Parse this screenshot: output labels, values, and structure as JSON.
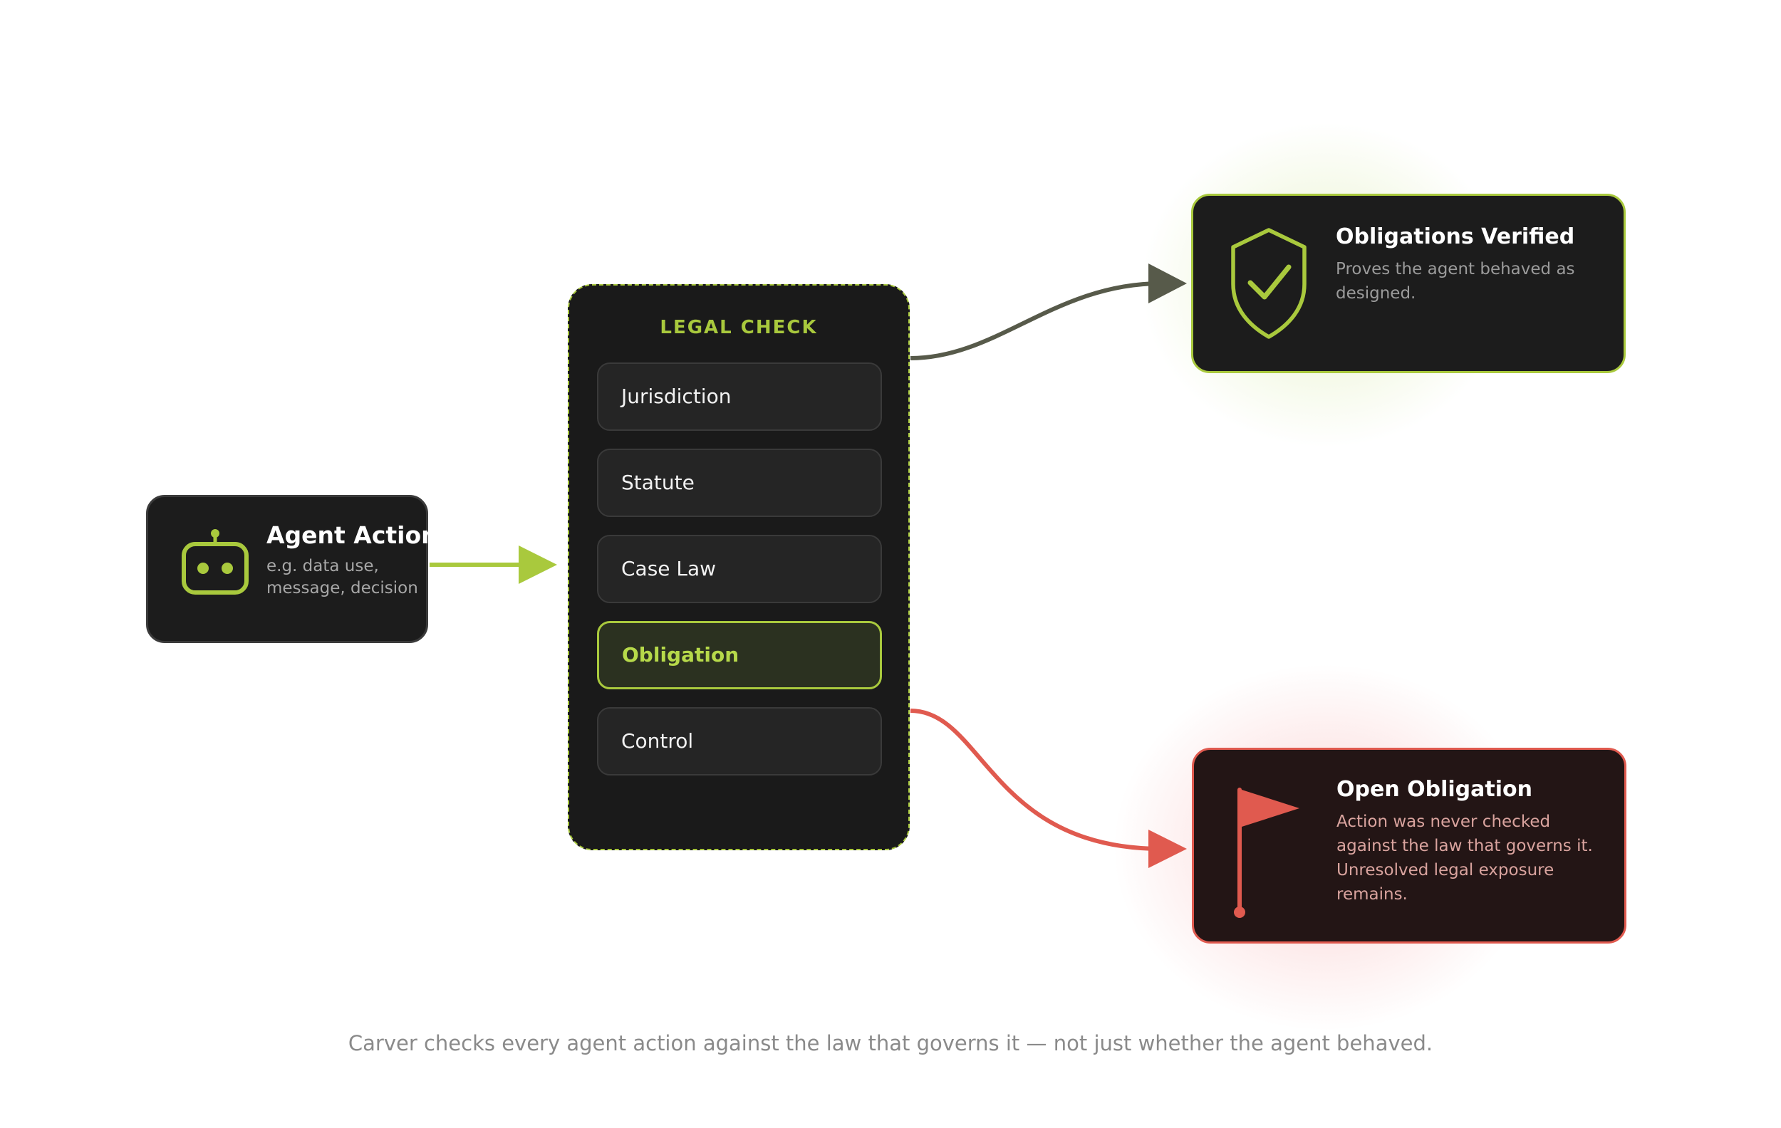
{
  "agent": {
    "title": "Agent Action",
    "subtitle": "e.g. data use, message, decision",
    "icon": "robot-icon"
  },
  "legal_check": {
    "title": "LEGAL CHECK",
    "items": [
      {
        "label": "Jurisdiction",
        "active": false
      },
      {
        "label": "Statute",
        "active": false
      },
      {
        "label": "Case Law",
        "active": false
      },
      {
        "label": "Obligation",
        "active": true
      },
      {
        "label": "Control",
        "active": false
      }
    ]
  },
  "outcomes": {
    "verified": {
      "title": "Obligations Verified",
      "description": "Proves the agent behaved as designed.",
      "icon": "shield-check-icon"
    },
    "open": {
      "title": "Open Obligation",
      "description": "Action was never checked against the law that governs it. Unresolved legal exposure remains.",
      "icon": "flag-icon"
    }
  },
  "caption": "Carver checks every agent action against the law that governs it — not just whether the agent behaved.",
  "colors": {
    "accent_green": "#a9c93d",
    "accent_red": "#e05a4f",
    "neutral_arrow": "#575a4a",
    "card_dark": "#1c1c1c"
  }
}
